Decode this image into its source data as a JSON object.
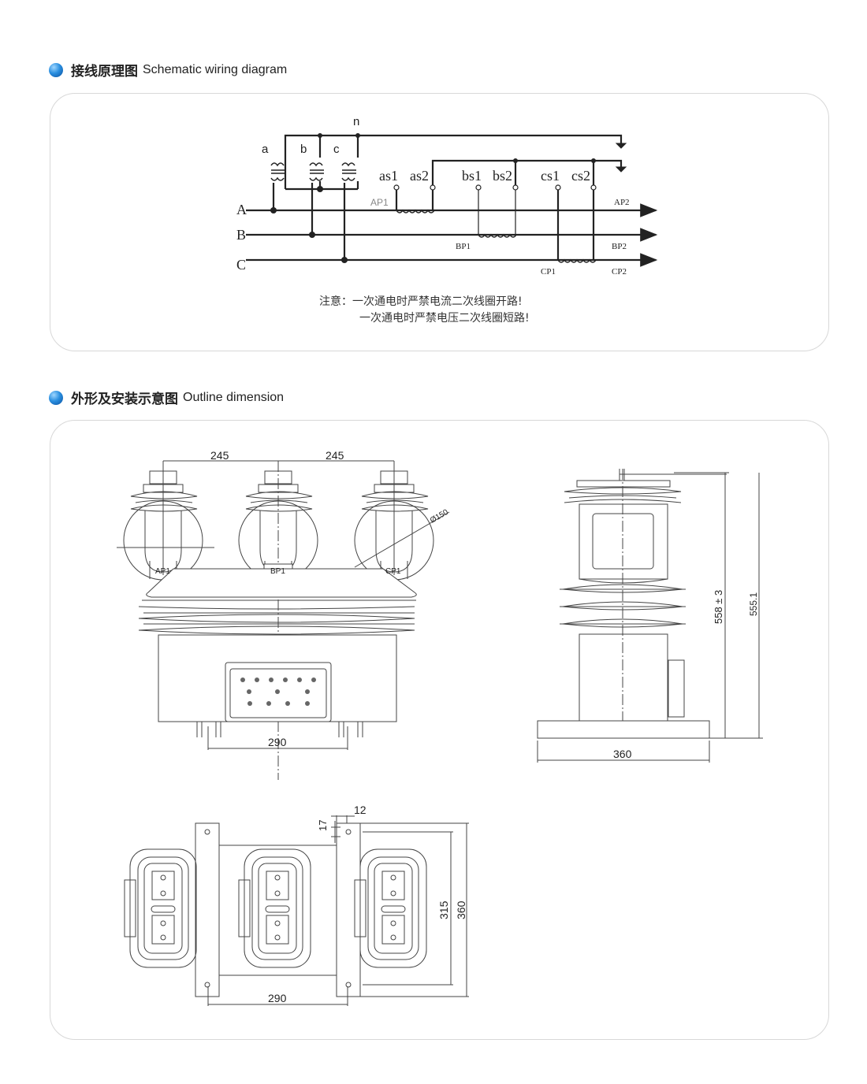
{
  "sections": {
    "wiring": {
      "title_cn": "接线原理图",
      "title_en": "Schematic wiring diagram"
    },
    "outline": {
      "title_cn": "外形及安装示意图",
      "title_en": "Outline dimension"
    }
  },
  "schematic": {
    "phases": [
      "A",
      "B",
      "C"
    ],
    "secondary_labels": [
      "a",
      "b",
      "c",
      "n"
    ],
    "current_terms": [
      "as1",
      "as2",
      "bs1",
      "bs2",
      "cs1",
      "cs2"
    ],
    "primary_terms": [
      "AP1",
      "AP2",
      "BP1",
      "BP2",
      "CP1",
      "CP2"
    ],
    "note_label": "注意：",
    "note_line1": "一次通电时严禁电流二次线圈开路!",
    "note_line2": "一次通电时严禁电压二次线圈短路!"
  },
  "front_view": {
    "dim_pitch_left": "245",
    "dim_pitch_right": "245",
    "dim_diameter": "Ø150",
    "dim_base": "290",
    "terms": [
      "AP1",
      "BP1",
      "CP1"
    ]
  },
  "side_view": {
    "dim_height_tol": "558 ± 3",
    "dim_height": "555.1",
    "dim_width": "360"
  },
  "top_view": {
    "dim_slot_width": "12",
    "dim_slot_len": "17",
    "dim_inner": "315",
    "dim_outer": "360",
    "dim_base": "290"
  },
  "colors": {
    "accent": "#2a8fe0",
    "line": "#333333",
    "panel_border": "#d8d8d8"
  }
}
